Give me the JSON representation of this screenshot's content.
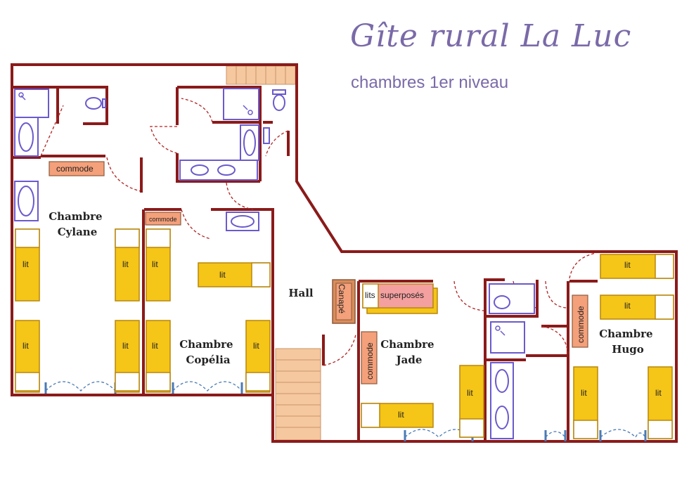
{
  "header": {
    "title": "Gîte rural La Luc",
    "subtitle": "chambres 1er niveau"
  },
  "rooms": {
    "cylane": [
      "Chambre",
      "Cylane"
    ],
    "copelia": [
      "Chambre",
      "Copélia"
    ],
    "hall": "Hall",
    "jade": [
      "Chambre",
      "Jade"
    ],
    "hugo": [
      "Chambre",
      "Hugo"
    ]
  },
  "labels": {
    "bed": "lit",
    "bunk_prefix": "lits",
    "bunk_suffix": "superposés",
    "dresser": "commode",
    "sofa": "Canapé"
  },
  "colors": {
    "wall": "#8b1a1a",
    "bed": "#f5c518",
    "furniture": "#f4a07a",
    "fixture": "#6a5acd",
    "title": "#7a6aa8"
  }
}
